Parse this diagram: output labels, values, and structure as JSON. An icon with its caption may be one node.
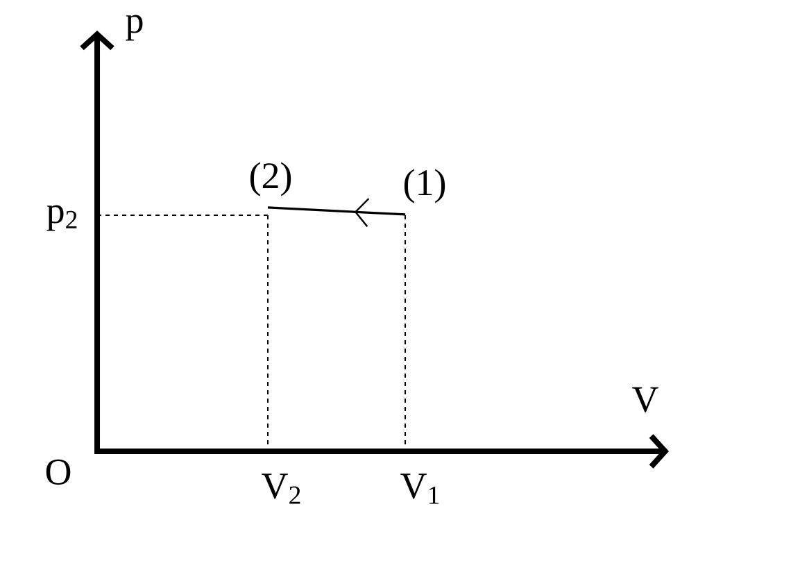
{
  "diagram": {
    "nodes": [
      {
        "text": [
          "(1)"
        ]
      },
      {
        "text": [
          "(2)"
        ]
      }
    ],
    "edges": [
      {
        "from": 0,
        "to": 1,
        "arrow": "to"
      }
    ],
    "labels": [
      "p",
      "p$_{2}$",
      "V",
      "O",
      "V$_{2}$",
      "V$_{1}$"
    ]
  }
}
